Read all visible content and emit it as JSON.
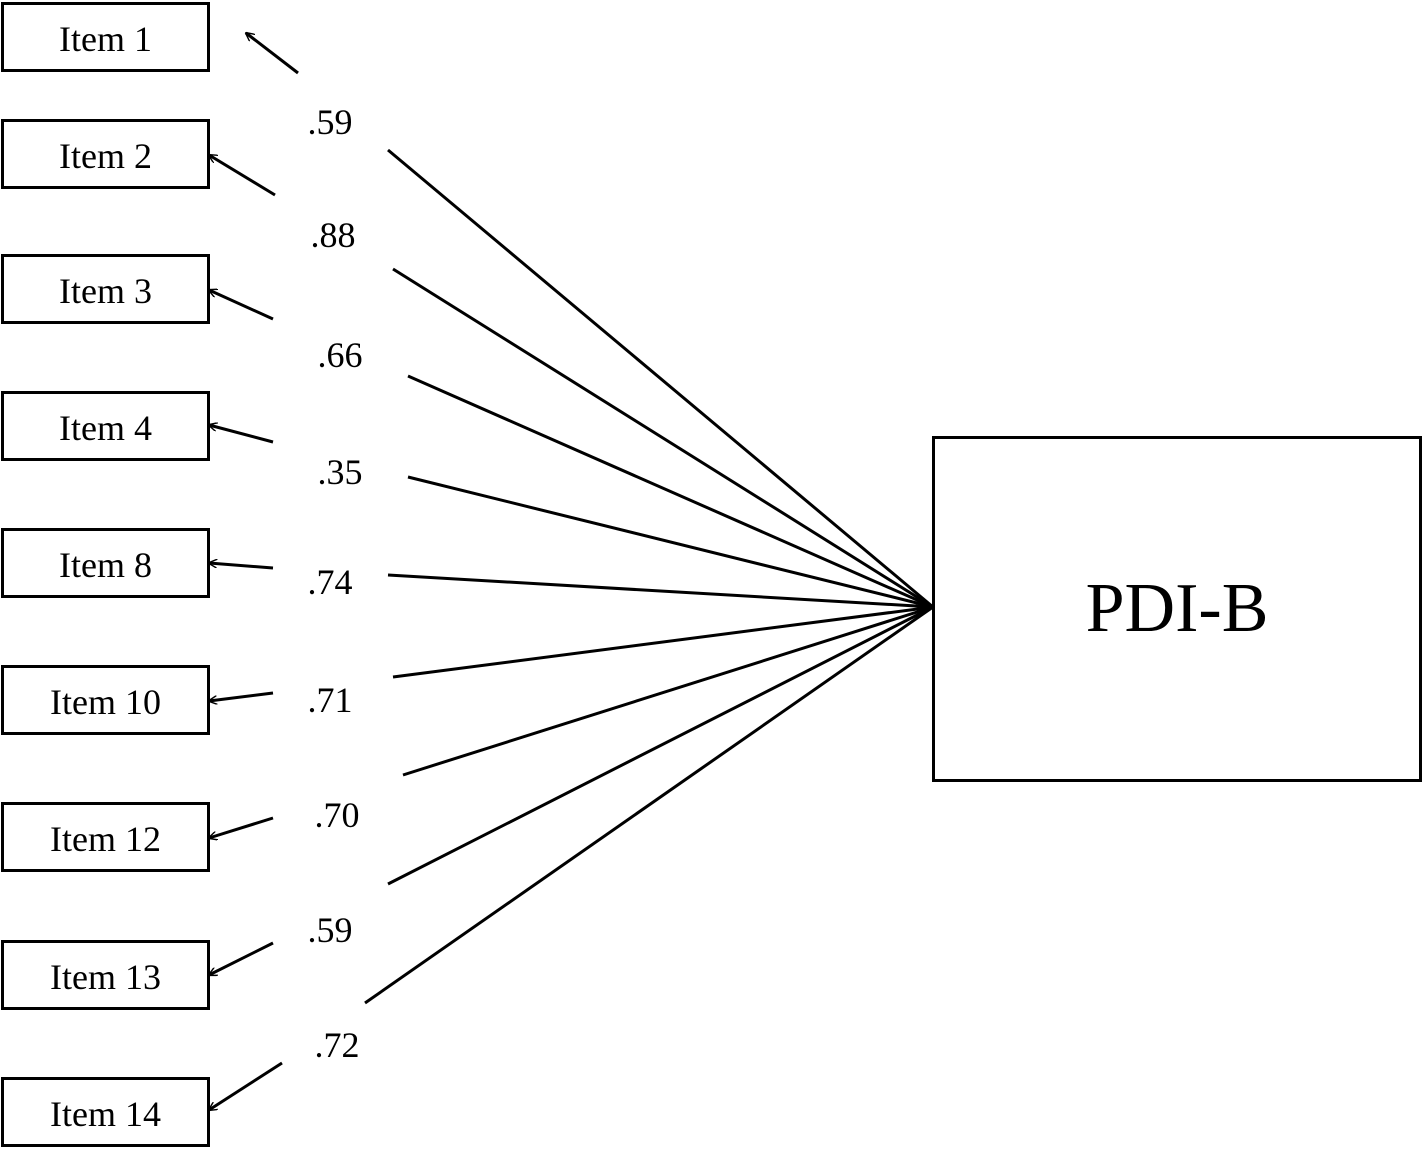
{
  "factor": {
    "label": "PDI-B"
  },
  "items": [
    {
      "label": "Item 1",
      "loading": ".59"
    },
    {
      "label": "Item 2",
      "loading": ".88"
    },
    {
      "label": "Item 3",
      "loading": ".66"
    },
    {
      "label": "Item 4",
      "loading": ".35"
    },
    {
      "label": "Item 8",
      "loading": ".74"
    },
    {
      "label": "Item 10",
      "loading": ".71"
    },
    {
      "label": "Item 12",
      "loading": ".70"
    },
    {
      "label": "Item 13",
      "loading": ".59"
    },
    {
      "label": "Item 14",
      "loading": ".72"
    }
  ]
}
